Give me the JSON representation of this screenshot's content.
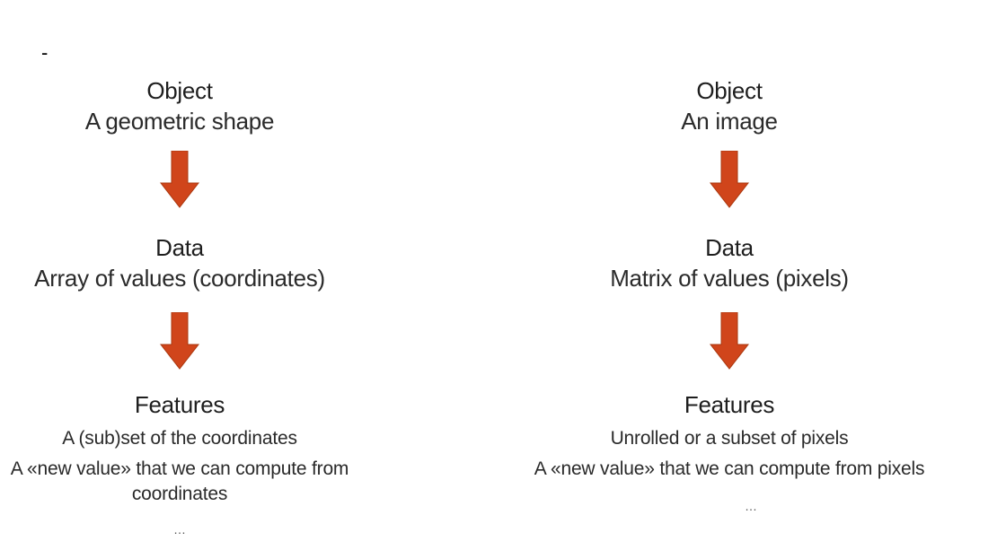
{
  "marker": "-",
  "colors": {
    "arrow": "#d0451b",
    "arrow_stroke": "#a9380f",
    "text": "#1e1e1e"
  },
  "left": {
    "object_title": "Object",
    "object_text": "A geometric shape",
    "data_title": "Data",
    "data_text": "Array of values (coordinates)",
    "features_title": "Features",
    "features_lines": [
      "A (sub)set of the coordinates",
      "A «new value» that we can compute from",
      "coordinates",
      "…"
    ]
  },
  "right": {
    "object_title": "Object",
    "object_text": "An image",
    "data_title": "Data",
    "data_text": "Matrix of values (pixels)",
    "features_title": "Features",
    "features_lines": [
      "Unrolled or a subset of pixels",
      "A «new value» that we can compute from pixels",
      "…"
    ]
  }
}
